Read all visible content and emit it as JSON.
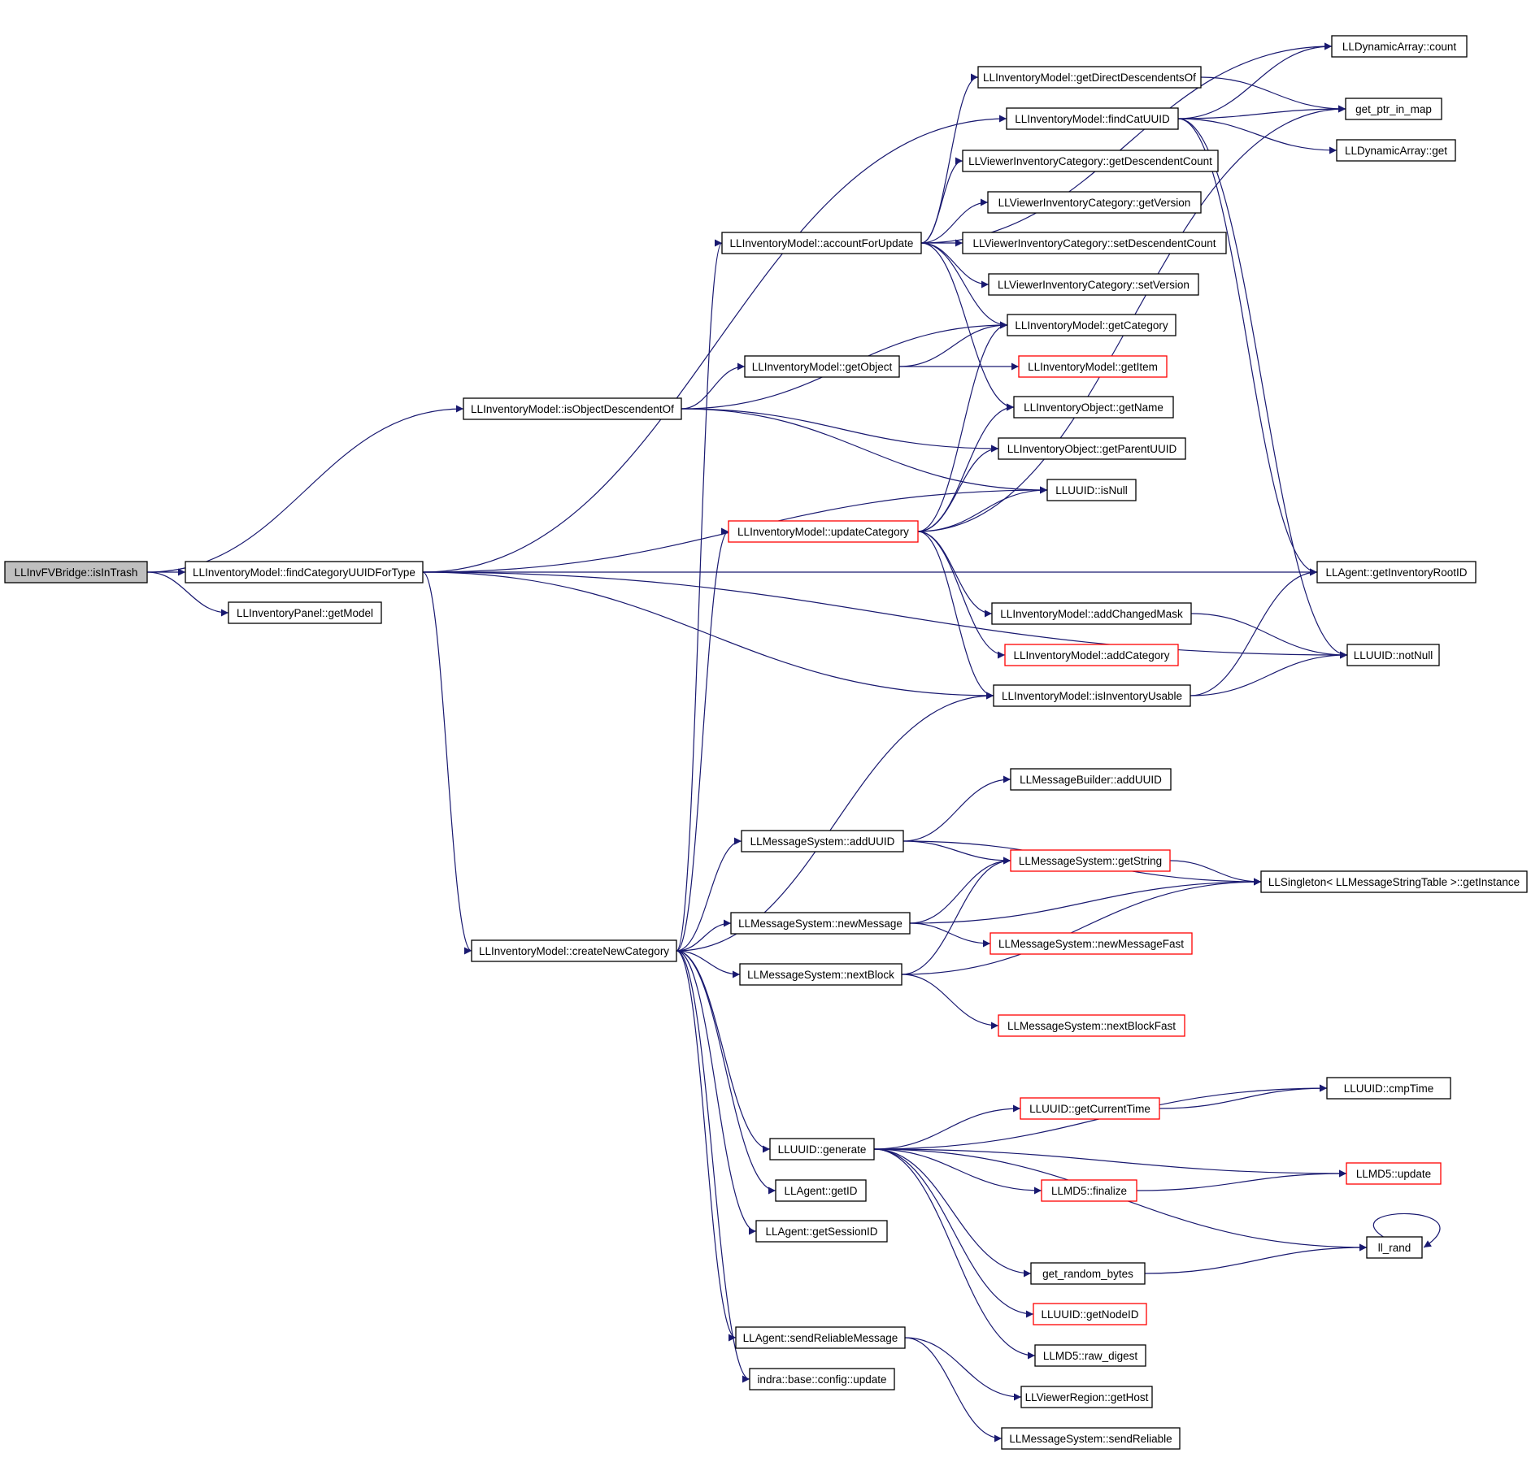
{
  "graph": {
    "nodes": [
      {
        "id": "root",
        "label": "LLInvFVBridge::isInTrash",
        "style": "root"
      },
      {
        "id": "findCatType",
        "label": "LLInventoryModel::findCategoryUUIDForType",
        "style": "normal"
      },
      {
        "id": "panelGetModel",
        "label": "LLInventoryPanel::getModel",
        "style": "normal"
      },
      {
        "id": "isObjDesc",
        "label": "LLInventoryModel::isObjectDescendentOf",
        "style": "normal"
      },
      {
        "id": "createNewCat",
        "label": "LLInventoryModel::createNewCategory",
        "style": "normal"
      },
      {
        "id": "accountForUpdate",
        "label": "LLInventoryModel::accountForUpdate",
        "style": "normal"
      },
      {
        "id": "getObject",
        "label": "LLInventoryModel::getObject",
        "style": "normal"
      },
      {
        "id": "updateCategory",
        "label": "LLInventoryModel::updateCategory",
        "style": "red"
      },
      {
        "id": "getDirectDesc",
        "label": "LLInventoryModel::getDirectDescendentsOf",
        "style": "normal"
      },
      {
        "id": "findCatUUID",
        "label": "LLInventoryModel::findCatUUID",
        "style": "normal"
      },
      {
        "id": "vicGetDescCount",
        "label": "LLViewerInventoryCategory::getDescendentCount",
        "style": "normal"
      },
      {
        "id": "vicGetVersion",
        "label": "LLViewerInventoryCategory::getVersion",
        "style": "normal"
      },
      {
        "id": "vicSetDescCount",
        "label": "LLViewerInventoryCategory::setDescendentCount",
        "style": "normal"
      },
      {
        "id": "vicSetVersion",
        "label": "LLViewerInventoryCategory::setVersion",
        "style": "normal"
      },
      {
        "id": "getCategory",
        "label": "LLInventoryModel::getCategory",
        "style": "normal"
      },
      {
        "id": "getItem",
        "label": "LLInventoryModel::getItem",
        "style": "red"
      },
      {
        "id": "objGetName",
        "label": "LLInventoryObject::getName",
        "style": "normal"
      },
      {
        "id": "objGetParent",
        "label": "LLInventoryObject::getParentUUID",
        "style": "normal"
      },
      {
        "id": "uuidIsNull",
        "label": "LLUUID::isNull",
        "style": "normal"
      },
      {
        "id": "addChangedMask",
        "label": "LLInventoryModel::addChangedMask",
        "style": "normal"
      },
      {
        "id": "addCategory",
        "label": "LLInventoryModel::addCategory",
        "style": "red"
      },
      {
        "id": "isInvUsable",
        "label": "LLInventoryModel::isInventoryUsable",
        "style": "normal"
      },
      {
        "id": "dynCount",
        "label": "LLDynamicArray::count",
        "style": "normal"
      },
      {
        "id": "getPtrInMap",
        "label": "get_ptr_in_map",
        "style": "normal"
      },
      {
        "id": "dynGet",
        "label": "LLDynamicArray::get",
        "style": "normal"
      },
      {
        "id": "agentGetInvRoot",
        "label": "LLAgent::getInventoryRootID",
        "style": "normal"
      },
      {
        "id": "uuidNotNull",
        "label": "LLUUID::notNull",
        "style": "normal"
      },
      {
        "id": "msgBuilderAddUUID",
        "label": "LLMessageBuilder::addUUID",
        "style": "normal"
      },
      {
        "id": "msgAddUUID",
        "label": "LLMessageSystem::addUUID",
        "style": "normal"
      },
      {
        "id": "msgGetString",
        "label": "LLMessageSystem::getString",
        "style": "red"
      },
      {
        "id": "singletonGetInst",
        "label": "LLSingleton< LLMessageStringTable >::getInstance",
        "style": "normal"
      },
      {
        "id": "msgNewMessage",
        "label": "LLMessageSystem::newMessage",
        "style": "normal"
      },
      {
        "id": "msgNewMessageFast",
        "label": "LLMessageSystem::newMessageFast",
        "style": "red"
      },
      {
        "id": "msgNextBlock",
        "label": "LLMessageSystem::nextBlock",
        "style": "normal"
      },
      {
        "id": "msgNextBlockFast",
        "label": "LLMessageSystem::nextBlockFast",
        "style": "red"
      },
      {
        "id": "uuidCmpTime",
        "label": "LLUUID::cmpTime",
        "style": "normal"
      },
      {
        "id": "uuidGetCurTime",
        "label": "LLUUID::getCurrentTime",
        "style": "red"
      },
      {
        "id": "uuidGenerate",
        "label": "LLUUID::generate",
        "style": "normal"
      },
      {
        "id": "md5Update",
        "label": "LLMD5::update",
        "style": "red"
      },
      {
        "id": "md5Finalize",
        "label": "LLMD5::finalize",
        "style": "red"
      },
      {
        "id": "agentGetID",
        "label": "LLAgent::getID",
        "style": "normal"
      },
      {
        "id": "llRand",
        "label": "ll_rand",
        "style": "normal"
      },
      {
        "id": "agentGetSessionID",
        "label": "LLAgent::getSessionID",
        "style": "normal"
      },
      {
        "id": "getRandomBytes",
        "label": "get_random_bytes",
        "style": "normal"
      },
      {
        "id": "uuidGetNodeID",
        "label": "LLUUID::getNodeID",
        "style": "red"
      },
      {
        "id": "md5RawDigest",
        "label": "LLMD5::raw_digest",
        "style": "normal"
      },
      {
        "id": "agentSendReliable",
        "label": "LLAgent::sendReliableMessage",
        "style": "normal"
      },
      {
        "id": "indraConfigUpdate",
        "label": "indra::base::config::update",
        "style": "normal"
      },
      {
        "id": "regionGetHost",
        "label": "LLViewerRegion::getHost",
        "style": "normal"
      },
      {
        "id": "msgSendReliable",
        "label": "LLMessageSystem::sendReliable",
        "style": "normal"
      }
    ],
    "edges": [
      [
        "root",
        "findCatType"
      ],
      [
        "root",
        "panelGetModel"
      ],
      [
        "root",
        "isObjDesc"
      ],
      [
        "findCatType",
        "findCatUUID"
      ],
      [
        "findCatType",
        "agentGetInvRoot"
      ],
      [
        "findCatType",
        "createNewCat"
      ],
      [
        "findCatType",
        "isInvUsable"
      ],
      [
        "findCatType",
        "uuidIsNull"
      ],
      [
        "findCatType",
        "uuidNotNull"
      ],
      [
        "isObjDesc",
        "getObject"
      ],
      [
        "isObjDesc",
        "getCategory"
      ],
      [
        "isObjDesc",
        "objGetParent"
      ],
      [
        "isObjDesc",
        "uuidIsNull"
      ],
      [
        "createNewCat",
        "accountForUpdate"
      ],
      [
        "createNewCat",
        "updateCategory"
      ],
      [
        "createNewCat",
        "isInvUsable"
      ],
      [
        "createNewCat",
        "msgAddUUID"
      ],
      [
        "createNewCat",
        "msgNewMessage"
      ],
      [
        "createNewCat",
        "msgNextBlock"
      ],
      [
        "createNewCat",
        "uuidGenerate"
      ],
      [
        "createNewCat",
        "agentGetID"
      ],
      [
        "createNewCat",
        "agentGetSessionID"
      ],
      [
        "createNewCat",
        "agentSendReliable"
      ],
      [
        "createNewCat",
        "indraConfigUpdate"
      ],
      [
        "accountForUpdate",
        "dynCount"
      ],
      [
        "accountForUpdate",
        "getDirectDesc"
      ],
      [
        "accountForUpdate",
        "vicGetDescCount"
      ],
      [
        "accountForUpdate",
        "vicGetVersion"
      ],
      [
        "accountForUpdate",
        "vicSetDescCount"
      ],
      [
        "accountForUpdate",
        "vicSetVersion"
      ],
      [
        "accountForUpdate",
        "getCategory"
      ],
      [
        "accountForUpdate",
        "objGetName"
      ],
      [
        "getObject",
        "getCategory"
      ],
      [
        "getObject",
        "getItem"
      ],
      [
        "updateCategory",
        "getCategory"
      ],
      [
        "updateCategory",
        "objGetName"
      ],
      [
        "updateCategory",
        "objGetParent"
      ],
      [
        "updateCategory",
        "uuidIsNull"
      ],
      [
        "updateCategory",
        "getPtrInMap"
      ],
      [
        "updateCategory",
        "addChangedMask"
      ],
      [
        "updateCategory",
        "addCategory"
      ],
      [
        "updateCategory",
        "isInvUsable"
      ],
      [
        "getDirectDesc",
        "getPtrInMap"
      ],
      [
        "findCatUUID",
        "dynCount"
      ],
      [
        "findCatUUID",
        "getPtrInMap"
      ],
      [
        "findCatUUID",
        "dynGet"
      ],
      [
        "findCatUUID",
        "agentGetInvRoot"
      ],
      [
        "findCatUUID",
        "uuidNotNull"
      ],
      [
        "addChangedMask",
        "uuidNotNull"
      ],
      [
        "isInvUsable",
        "agentGetInvRoot"
      ],
      [
        "isInvUsable",
        "uuidNotNull"
      ],
      [
        "msgAddUUID",
        "msgBuilderAddUUID"
      ],
      [
        "msgAddUUID",
        "msgGetString"
      ],
      [
        "msgAddUUID",
        "singletonGetInst"
      ],
      [
        "msgGetString",
        "singletonGetInst"
      ],
      [
        "msgNewMessage",
        "msgGetString"
      ],
      [
        "msgNewMessage",
        "singletonGetInst"
      ],
      [
        "msgNewMessage",
        "msgNewMessageFast"
      ],
      [
        "msgNextBlock",
        "msgGetString"
      ],
      [
        "msgNextBlock",
        "singletonGetInst"
      ],
      [
        "msgNextBlock",
        "msgNextBlockFast"
      ],
      [
        "uuidGenerate",
        "uuidCmpTime"
      ],
      [
        "uuidGenerate",
        "uuidGetCurTime"
      ],
      [
        "uuidGenerate",
        "md5Update"
      ],
      [
        "uuidGenerate",
        "md5Finalize"
      ],
      [
        "uuidGenerate",
        "llRand"
      ],
      [
        "uuidGenerate",
        "getRandomBytes"
      ],
      [
        "uuidGenerate",
        "uuidGetNodeID"
      ],
      [
        "uuidGenerate",
        "md5RawDigest"
      ],
      [
        "uuidGetCurTime",
        "uuidCmpTime"
      ],
      [
        "md5Finalize",
        "md5Update"
      ],
      [
        "llRand",
        "llRand"
      ],
      [
        "getRandomBytes",
        "llRand"
      ],
      [
        "agentSendReliable",
        "regionGetHost"
      ],
      [
        "agentSendReliable",
        "msgSendReliable"
      ]
    ]
  }
}
